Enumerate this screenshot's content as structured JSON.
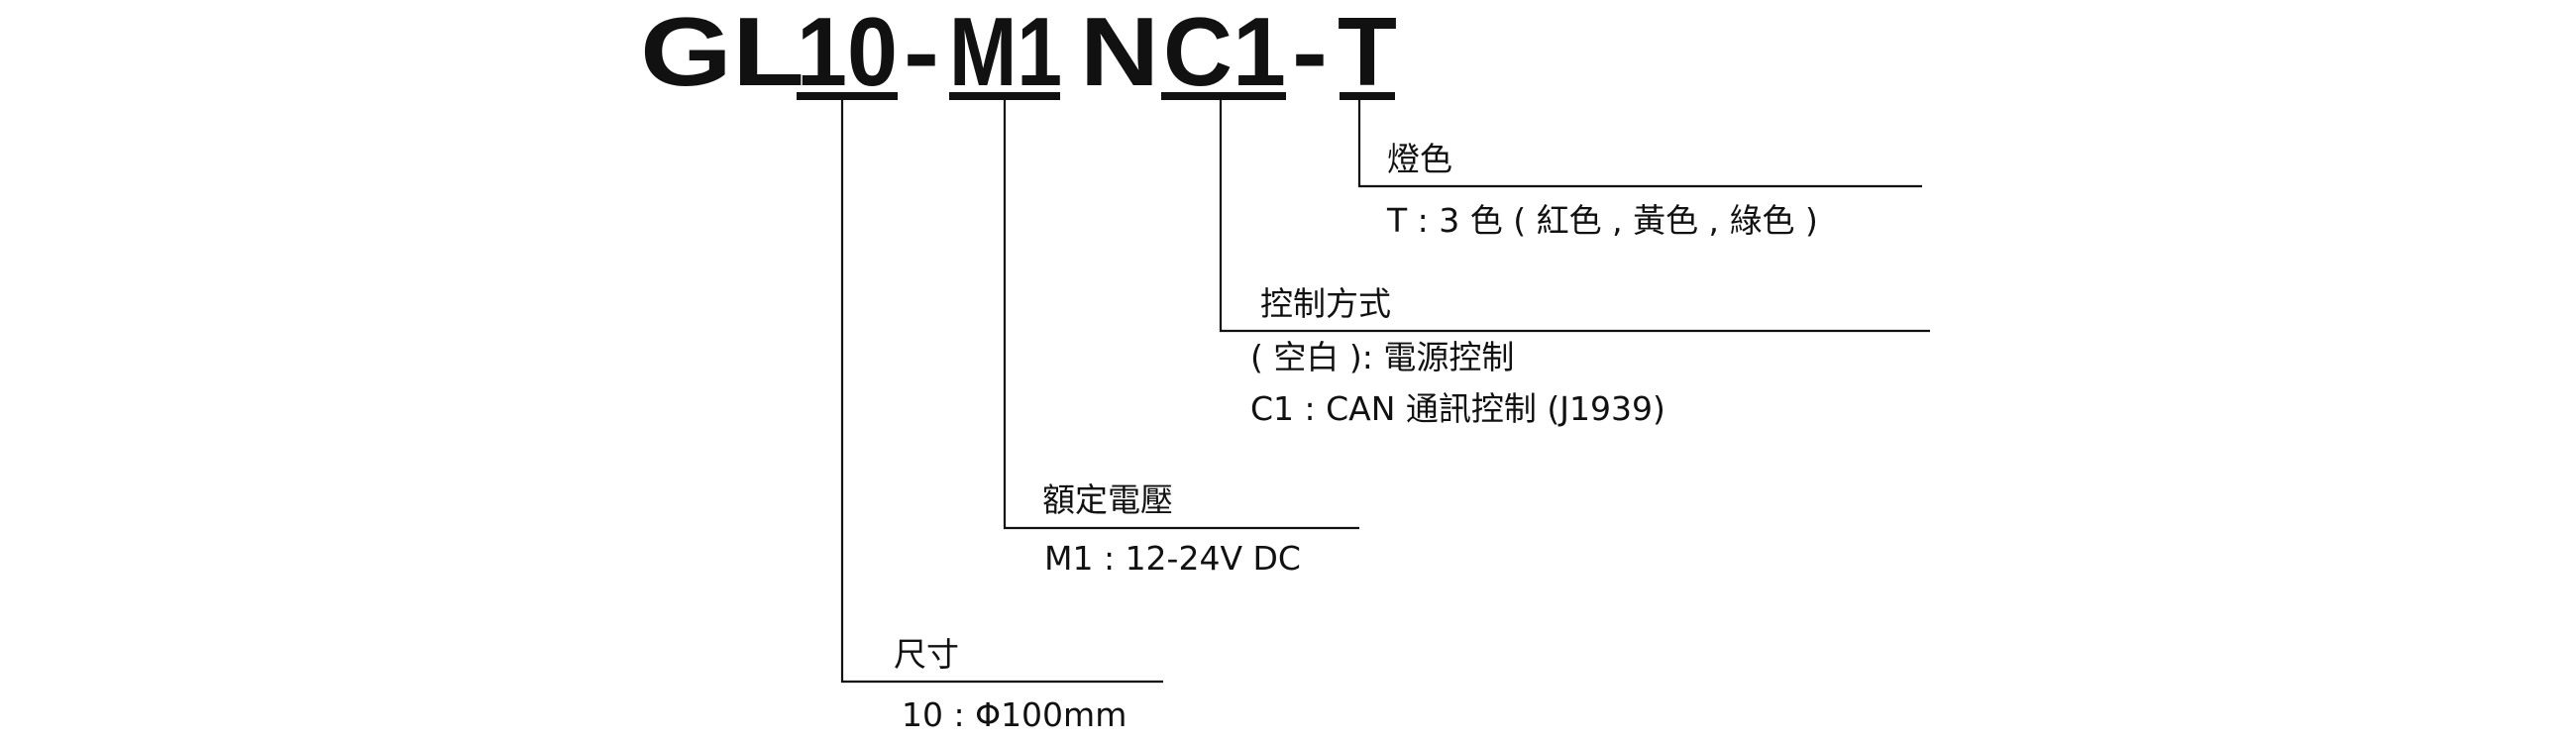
{
  "model_code": {
    "segments": [
      {
        "text": "GL",
        "underlined": false
      },
      {
        "text": "10",
        "underlined": true
      },
      {
        "text": "-",
        "underlined": false
      },
      {
        "text": "M1",
        "underlined": true
      },
      {
        "text": "N",
        "underlined": false
      },
      {
        "text": "C1",
        "underlined": true
      },
      {
        "text": "-",
        "underlined": false
      },
      {
        "text": "T",
        "underlined": true
      }
    ]
  },
  "callouts": [
    {
      "id": "lamp-color",
      "segment": "T",
      "title": "燈色",
      "lines": [
        "T : 3 色 ( 紅色 , 黃色 , 綠色 )"
      ]
    },
    {
      "id": "control-mode",
      "segment": "C1",
      "title": "控制方式",
      "lines": [
        "( 空白 ): 電源控制",
        "C1 : CAN 通訊控制 (J1939)"
      ]
    },
    {
      "id": "rated-voltage",
      "segment": "M1",
      "title": "額定電壓",
      "lines": [
        "M1 : 12-24V DC"
      ]
    },
    {
      "id": "size",
      "segment": "10",
      "title": "尺寸",
      "lines": [
        "10 : Φ100mm"
      ]
    }
  ],
  "colors": {
    "ink": "#111111",
    "background": "#ffffff"
  }
}
